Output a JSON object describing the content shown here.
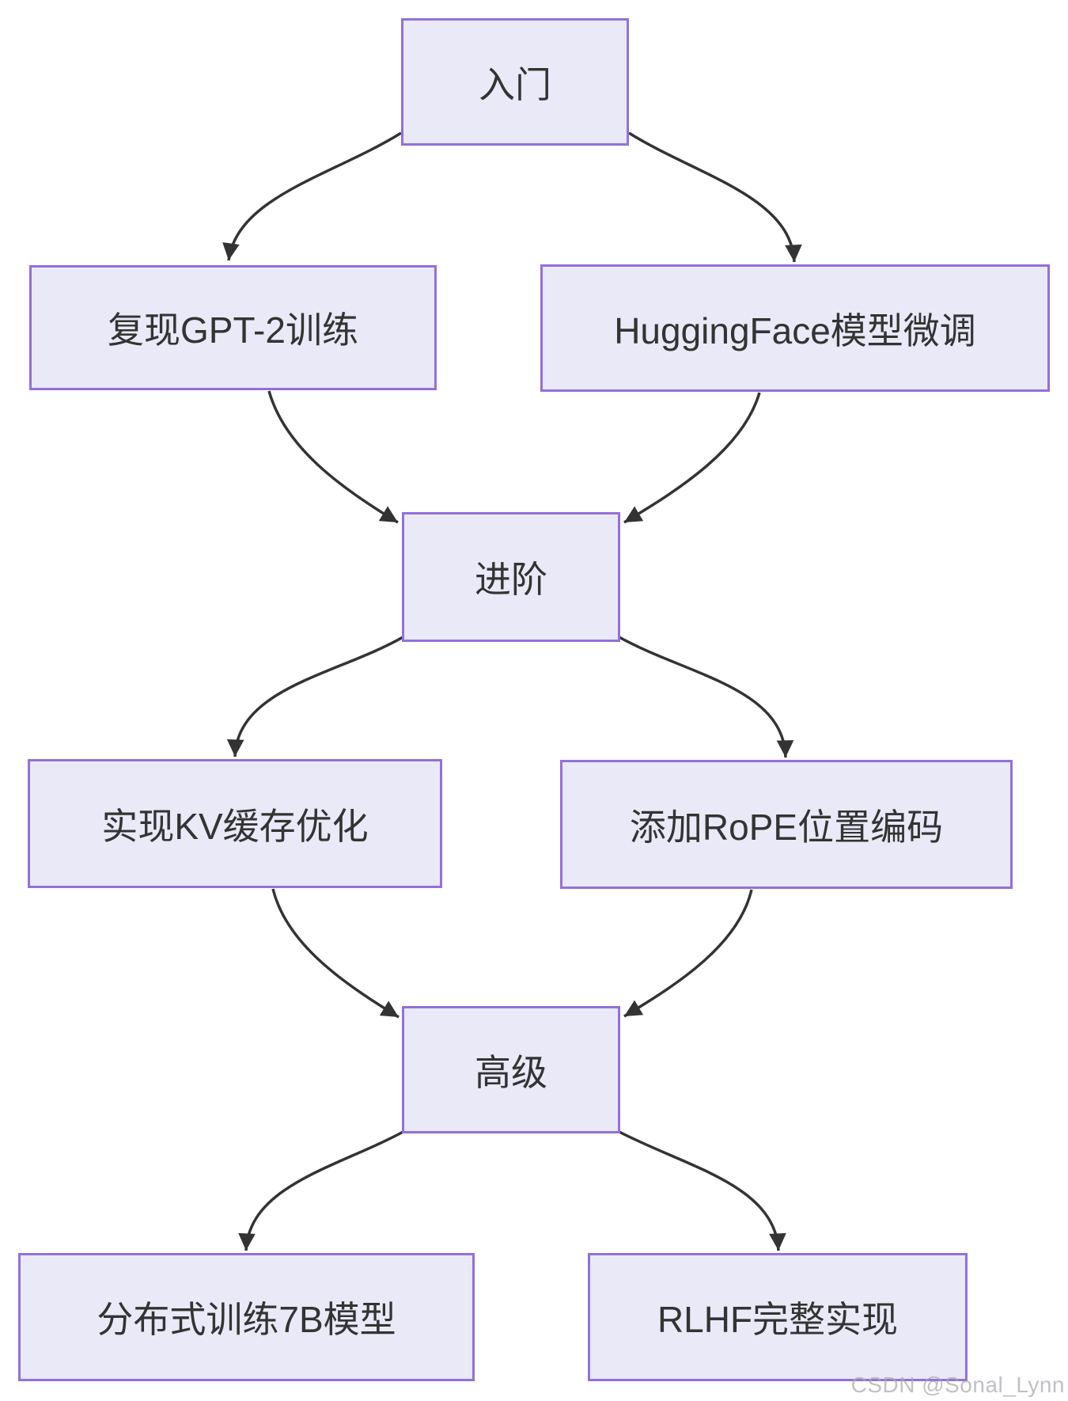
{
  "diagram": {
    "type": "flowchart",
    "direction": "top-down",
    "nodes": [
      {
        "id": "A",
        "label": "入门"
      },
      {
        "id": "B",
        "label": "复现GPT-2训练"
      },
      {
        "id": "C",
        "label": "HuggingFace模型微调"
      },
      {
        "id": "D",
        "label": "进阶"
      },
      {
        "id": "E",
        "label": "实现KV缓存优化"
      },
      {
        "id": "F",
        "label": "添加RoPE位置编码"
      },
      {
        "id": "G",
        "label": "高级"
      },
      {
        "id": "H",
        "label": "分布式训练7B模型"
      },
      {
        "id": "I",
        "label": "RLHF完整实现"
      }
    ],
    "edges": [
      {
        "from": "入门",
        "to": "复现GPT-2训练"
      },
      {
        "from": "入门",
        "to": "HuggingFace模型微调"
      },
      {
        "from": "复现GPT-2训练",
        "to": "进阶"
      },
      {
        "from": "HuggingFace模型微调",
        "to": "进阶"
      },
      {
        "from": "进阶",
        "to": "实现KV缓存优化"
      },
      {
        "from": "进阶",
        "to": "添加RoPE位置编码"
      },
      {
        "from": "实现KV缓存优化",
        "to": "高级"
      },
      {
        "from": "添加RoPE位置编码",
        "to": "高级"
      },
      {
        "from": "高级",
        "to": "分布式训练7B模型"
      },
      {
        "from": "高级",
        "to": "RLHF完整实现"
      }
    ],
    "colors": {
      "node_fill": "#e9e9f8",
      "node_border": "#9370db",
      "edge": "#333333",
      "text": "#333333"
    }
  },
  "watermark": {
    "text": "CSDN @Sonal_Lynn"
  }
}
